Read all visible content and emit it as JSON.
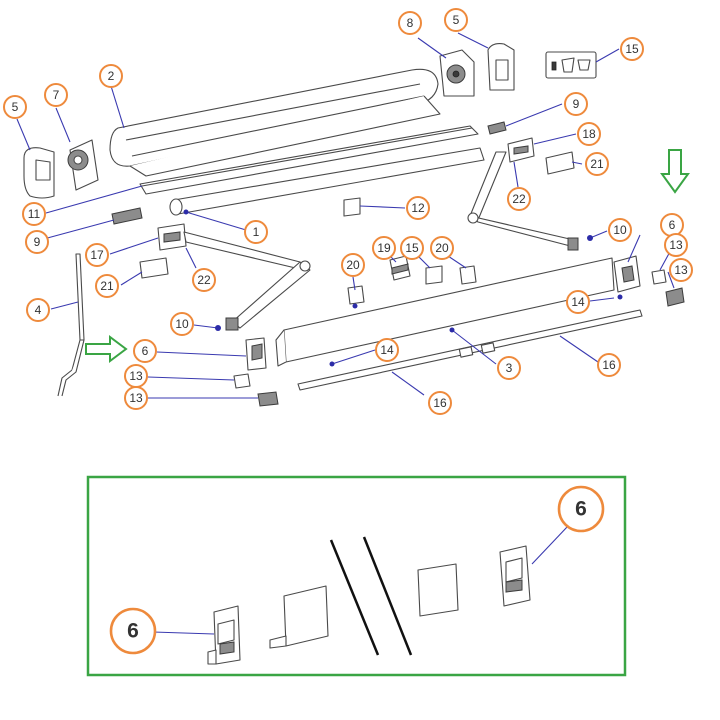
{
  "callouts": [
    {
      "n": "1"
    },
    {
      "n": "2"
    },
    {
      "n": "3"
    },
    {
      "n": "4"
    },
    {
      "n": "5"
    },
    {
      "n": "5"
    },
    {
      "n": "6"
    },
    {
      "n": "6"
    },
    {
      "n": "7"
    },
    {
      "n": "8"
    },
    {
      "n": "9"
    },
    {
      "n": "9"
    },
    {
      "n": "10"
    },
    {
      "n": "10"
    },
    {
      "n": "11"
    },
    {
      "n": "12"
    },
    {
      "n": "13"
    },
    {
      "n": "13"
    },
    {
      "n": "13"
    },
    {
      "n": "13"
    },
    {
      "n": "14"
    },
    {
      "n": "14"
    },
    {
      "n": "15"
    },
    {
      "n": "15"
    },
    {
      "n": "16"
    },
    {
      "n": "16"
    },
    {
      "n": "17"
    },
    {
      "n": "18"
    },
    {
      "n": "19"
    },
    {
      "n": "20"
    },
    {
      "n": "20"
    },
    {
      "n": "21"
    },
    {
      "n": "21"
    },
    {
      "n": "22"
    },
    {
      "n": "22"
    }
  ],
  "detail": {
    "callouts": [
      {
        "n": "6"
      },
      {
        "n": "6"
      }
    ]
  },
  "colors": {
    "callout_ring": "#ee8a3c",
    "leader": "#3a3ab0",
    "highlight": "#3aa544",
    "line": "#4a4a4a"
  }
}
